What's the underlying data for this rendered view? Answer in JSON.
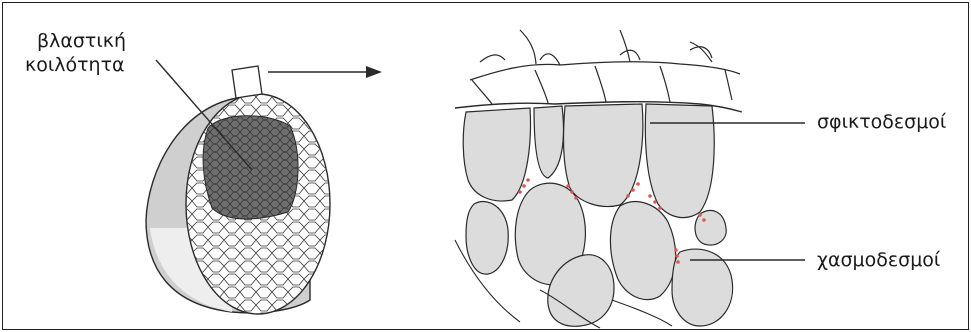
{
  "labels": {
    "blastocoel_line1": "βλαστική",
    "blastocoel_line2": "κοιλότητα",
    "tight_junctions": "σφικτοδεσμοί",
    "gap_junctions": "χασμοδεσμοί"
  },
  "colors": {
    "cell_fill": "#dcdcdc",
    "cavity_fill": "#6e6e6e",
    "outline": "#2a2a2a",
    "gap_junction_dots": "#e05555"
  }
}
